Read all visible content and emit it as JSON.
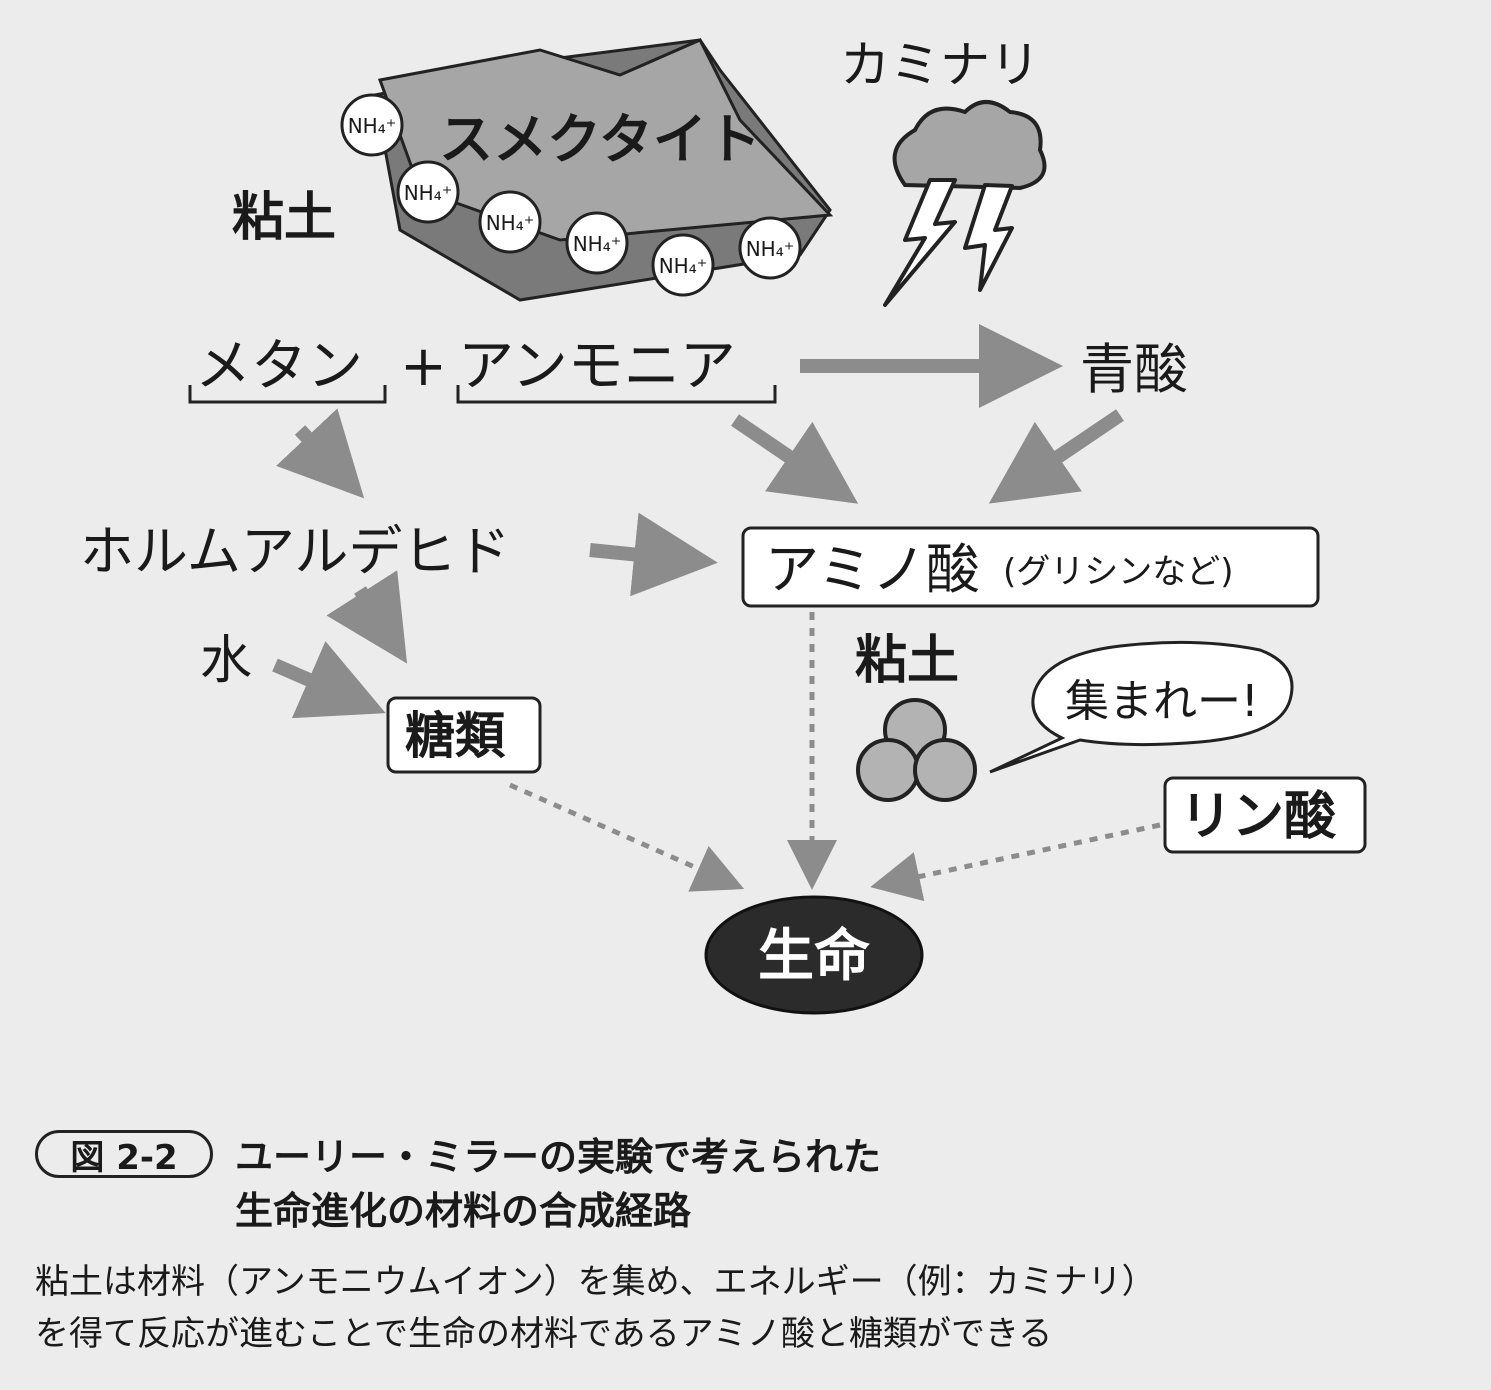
{
  "labels": {
    "clay_top": "粘土",
    "smectite": "スメクタイト",
    "nh4": "NH₄⁺",
    "lightning": "カミナリ",
    "methane": "メタン",
    "plus": "+",
    "ammonia": "アンモニア",
    "hcn": "青酸",
    "formaldehyde": "ホルムアルデヒド",
    "amino_acid": "アミノ酸",
    "amino_acid_note": "(グリシンなど)",
    "clay_mid": "粘土",
    "speech": "集まれー!",
    "water": "水",
    "sugars": "糖類",
    "phosphate": "リン酸",
    "life": "生命"
  },
  "caption": {
    "figure_number": "図 2-2",
    "title": "ユーリー・ミラーの実験で考えられた\n生命進化の材料の合成経路",
    "description": "粘土は材料（アンモニウムイオン）を集め、エネルギー（例：カミナリ）\nを得て反応が進むことで生命の材料であるアミノ酸と糖類ができる"
  },
  "colors": {
    "background": "#ececec",
    "arrow": "#8c8c8c",
    "clay_plate": "#9a9a9a",
    "life_fill": "#2b2b2b",
    "life_text": "#ffffff"
  }
}
